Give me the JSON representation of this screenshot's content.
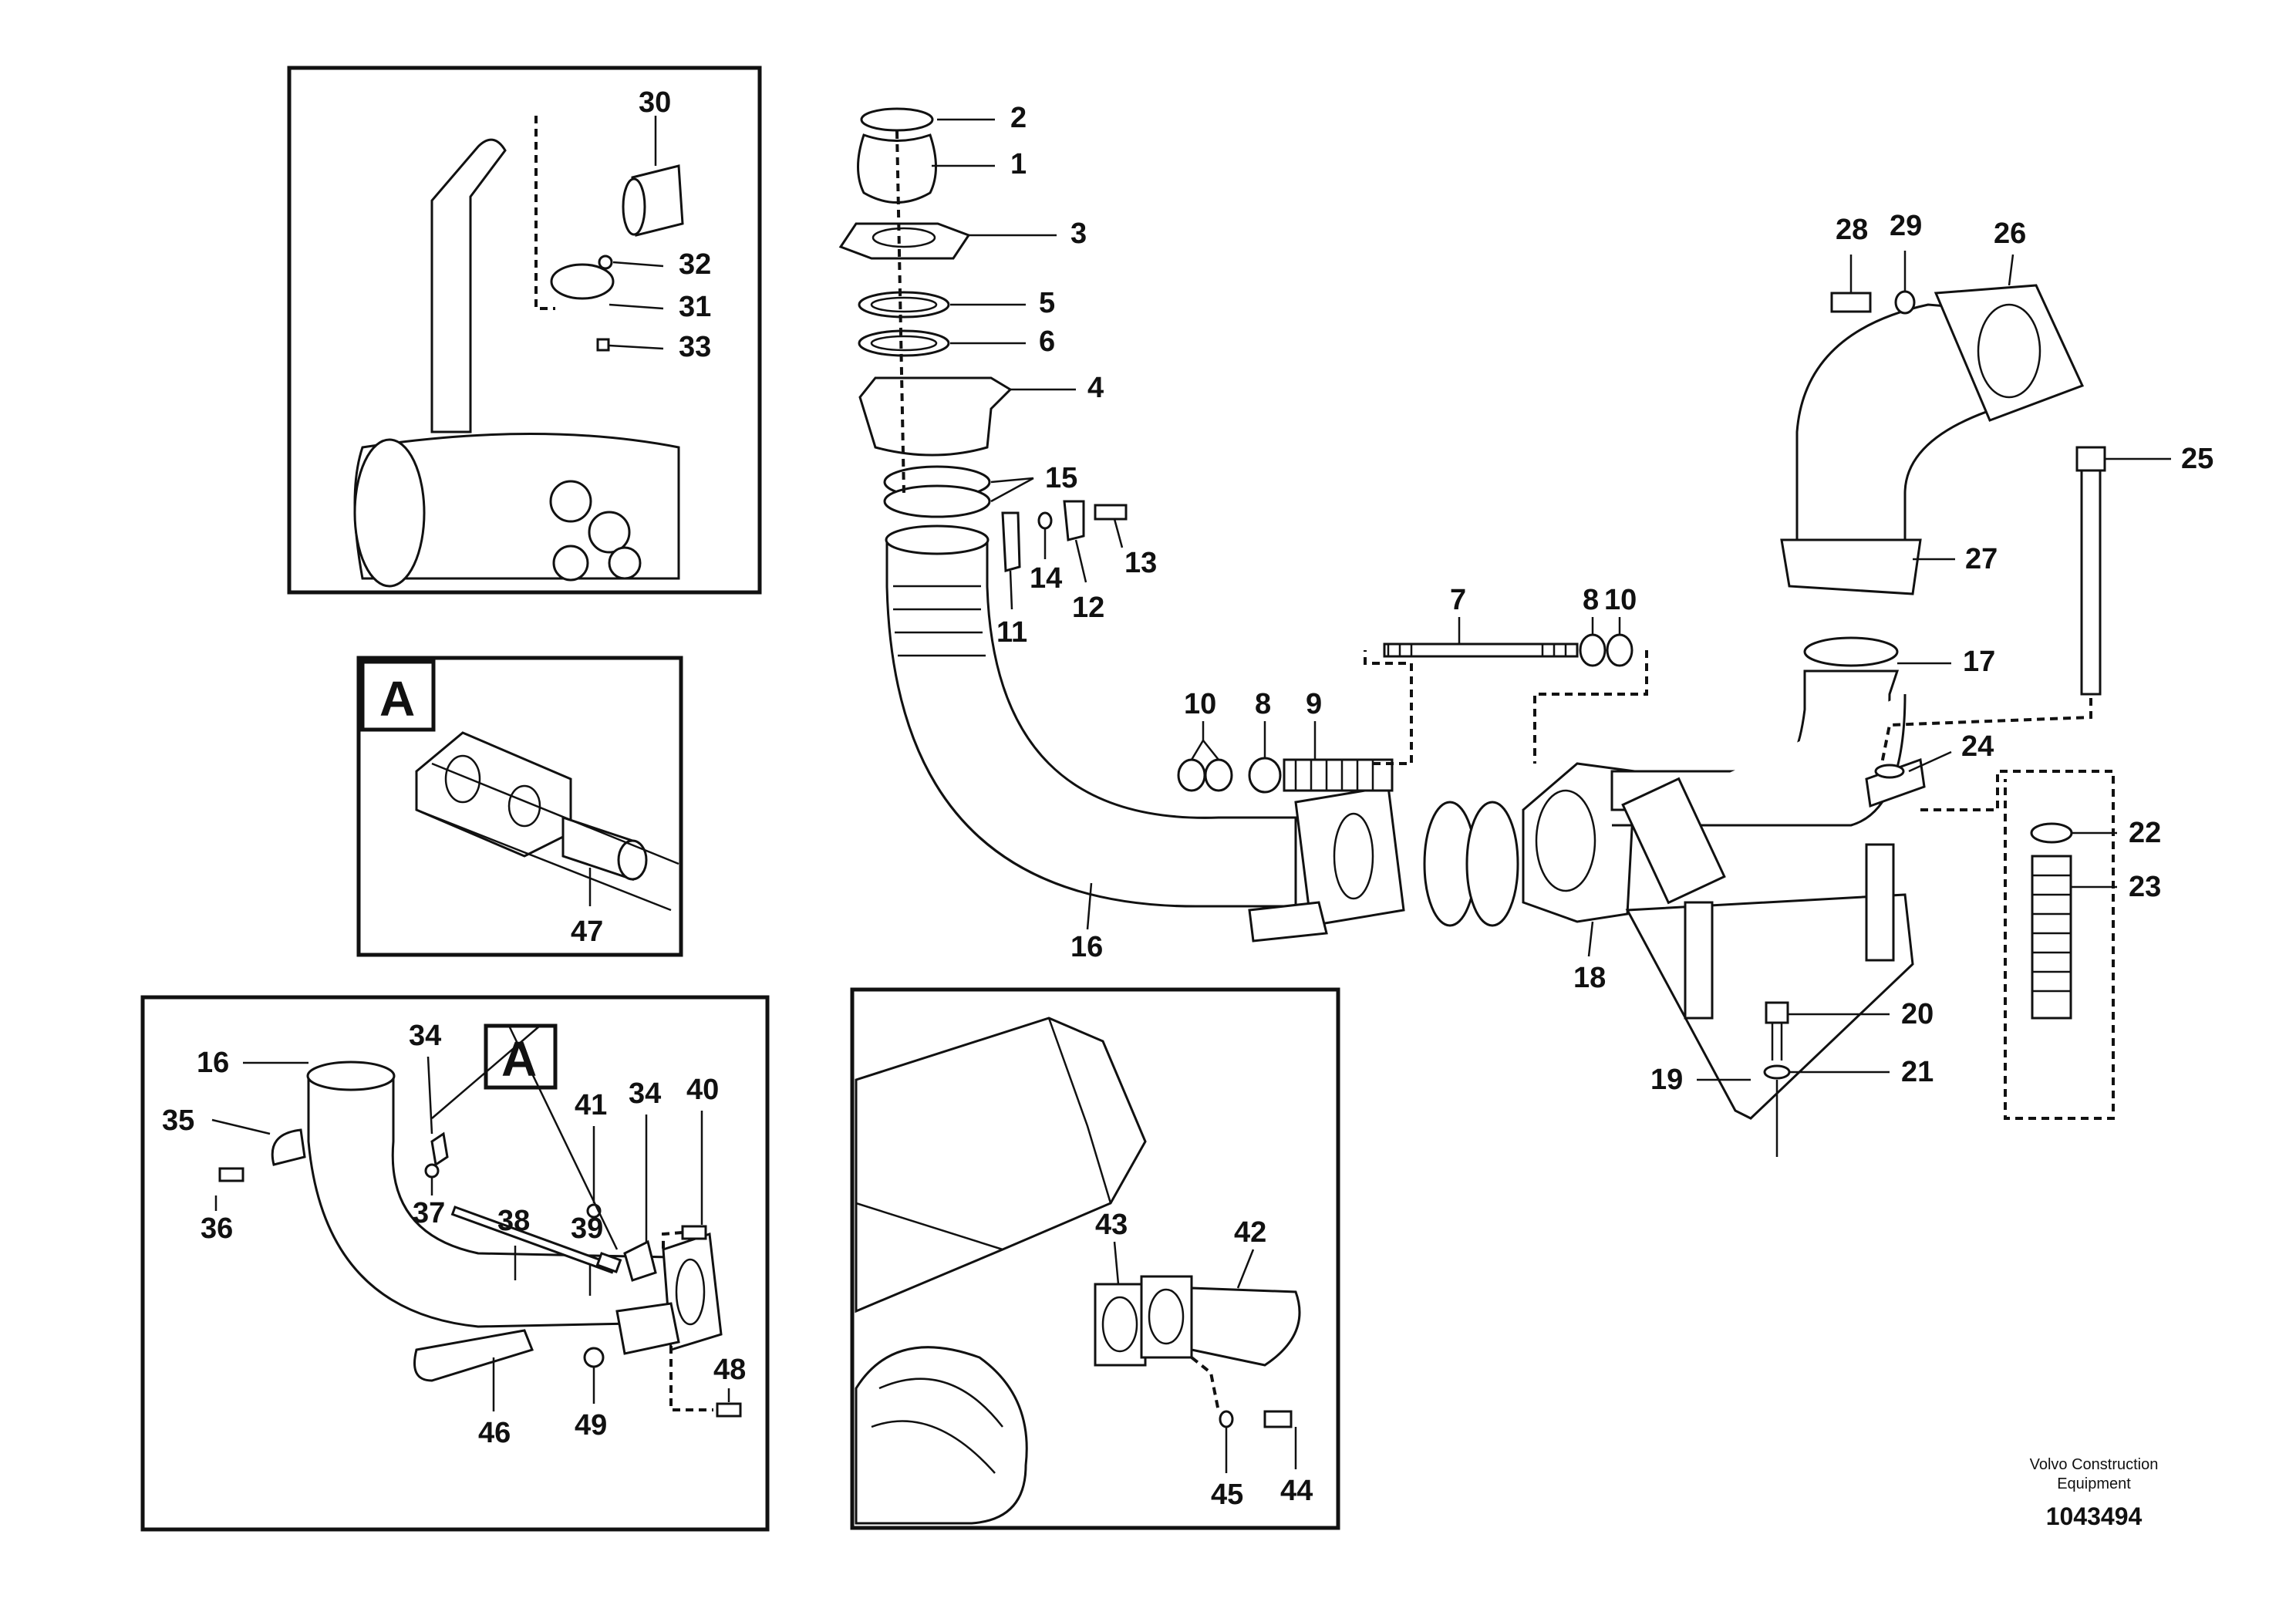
{
  "callouts": {
    "c1": "1",
    "c2": "2",
    "c3": "3",
    "c4": "4",
    "c5": "5",
    "c6": "6",
    "c7": "7",
    "c8a": "8",
    "c8b": "8",
    "c9": "9",
    "c10a": "10",
    "c10b": "10",
    "c11": "11",
    "c12": "12",
    "c13": "13",
    "c14": "14",
    "c15": "15",
    "c16a": "16",
    "c16b": "16",
    "c17": "17",
    "c18": "18",
    "c19": "19",
    "c20": "20",
    "c21": "21",
    "c22": "22",
    "c23": "23",
    "c24": "24",
    "c25": "25",
    "c26": "26",
    "c27": "27",
    "c28": "28",
    "c29": "29",
    "c30": "30",
    "c31": "31",
    "c32": "32",
    "c33": "33",
    "c34a": "34",
    "c34b": "34",
    "c35": "35",
    "c36": "36",
    "c37": "37",
    "c38": "38",
    "c39": "39",
    "c40": "40",
    "c41": "41",
    "c42": "42",
    "c43": "43",
    "c44": "44",
    "c45": "45",
    "c46": "46",
    "c47": "47",
    "c48": "48",
    "c49": "49"
  },
  "detail_a": {
    "label": "A",
    "ref_label": "A"
  },
  "footer": {
    "brand_line1": "Volvo Construction",
    "brand_line2": "Equipment",
    "doc_number": "1043494"
  }
}
